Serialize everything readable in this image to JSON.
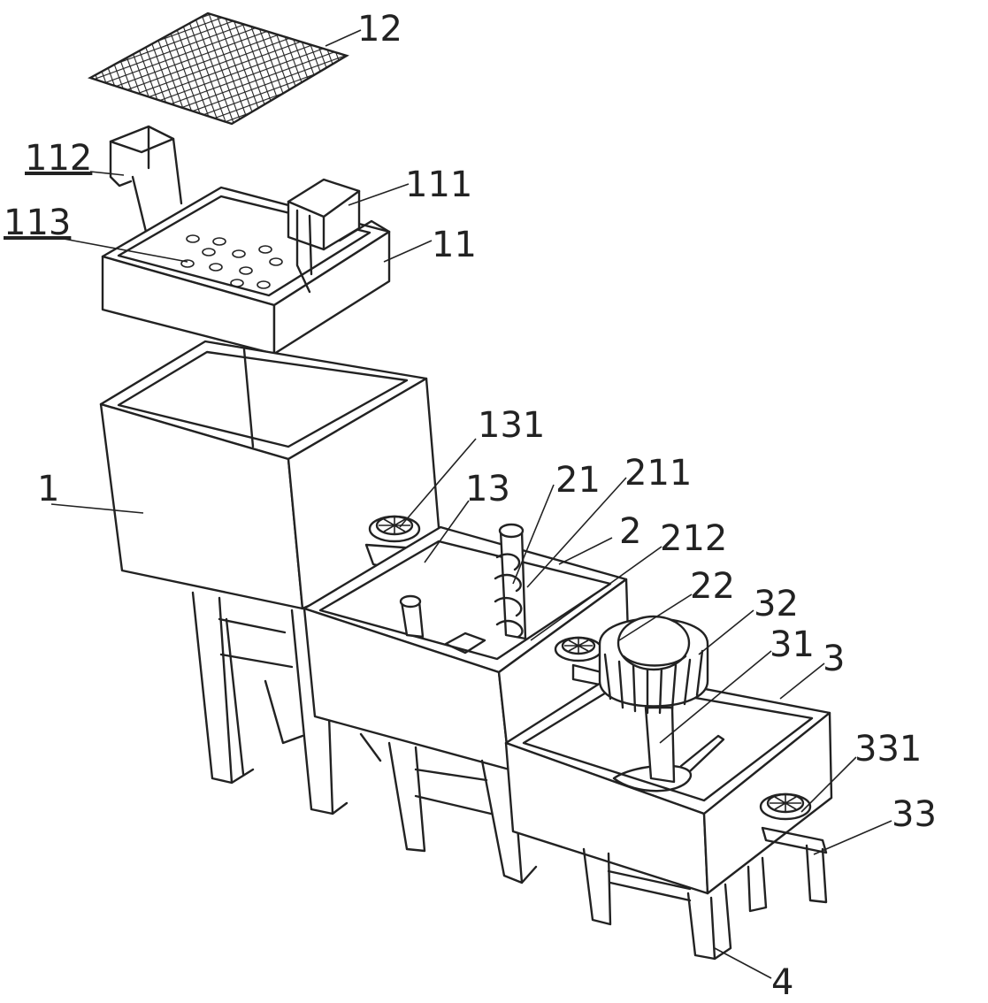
{
  "labels": {
    "l12": "12",
    "l112": "112",
    "l111": "111",
    "l113": "113",
    "l11": "11",
    "l1": "1",
    "l131": "131",
    "l13": "13",
    "l21": "21",
    "l211": "211",
    "l2": "2",
    "l212": "212",
    "l22": "22",
    "l32": "32",
    "l31": "31",
    "l3": "3",
    "l331": "331",
    "l33": "33",
    "l4": "4"
  },
  "colors": {
    "line": "#222222",
    "background": "#ffffff"
  }
}
